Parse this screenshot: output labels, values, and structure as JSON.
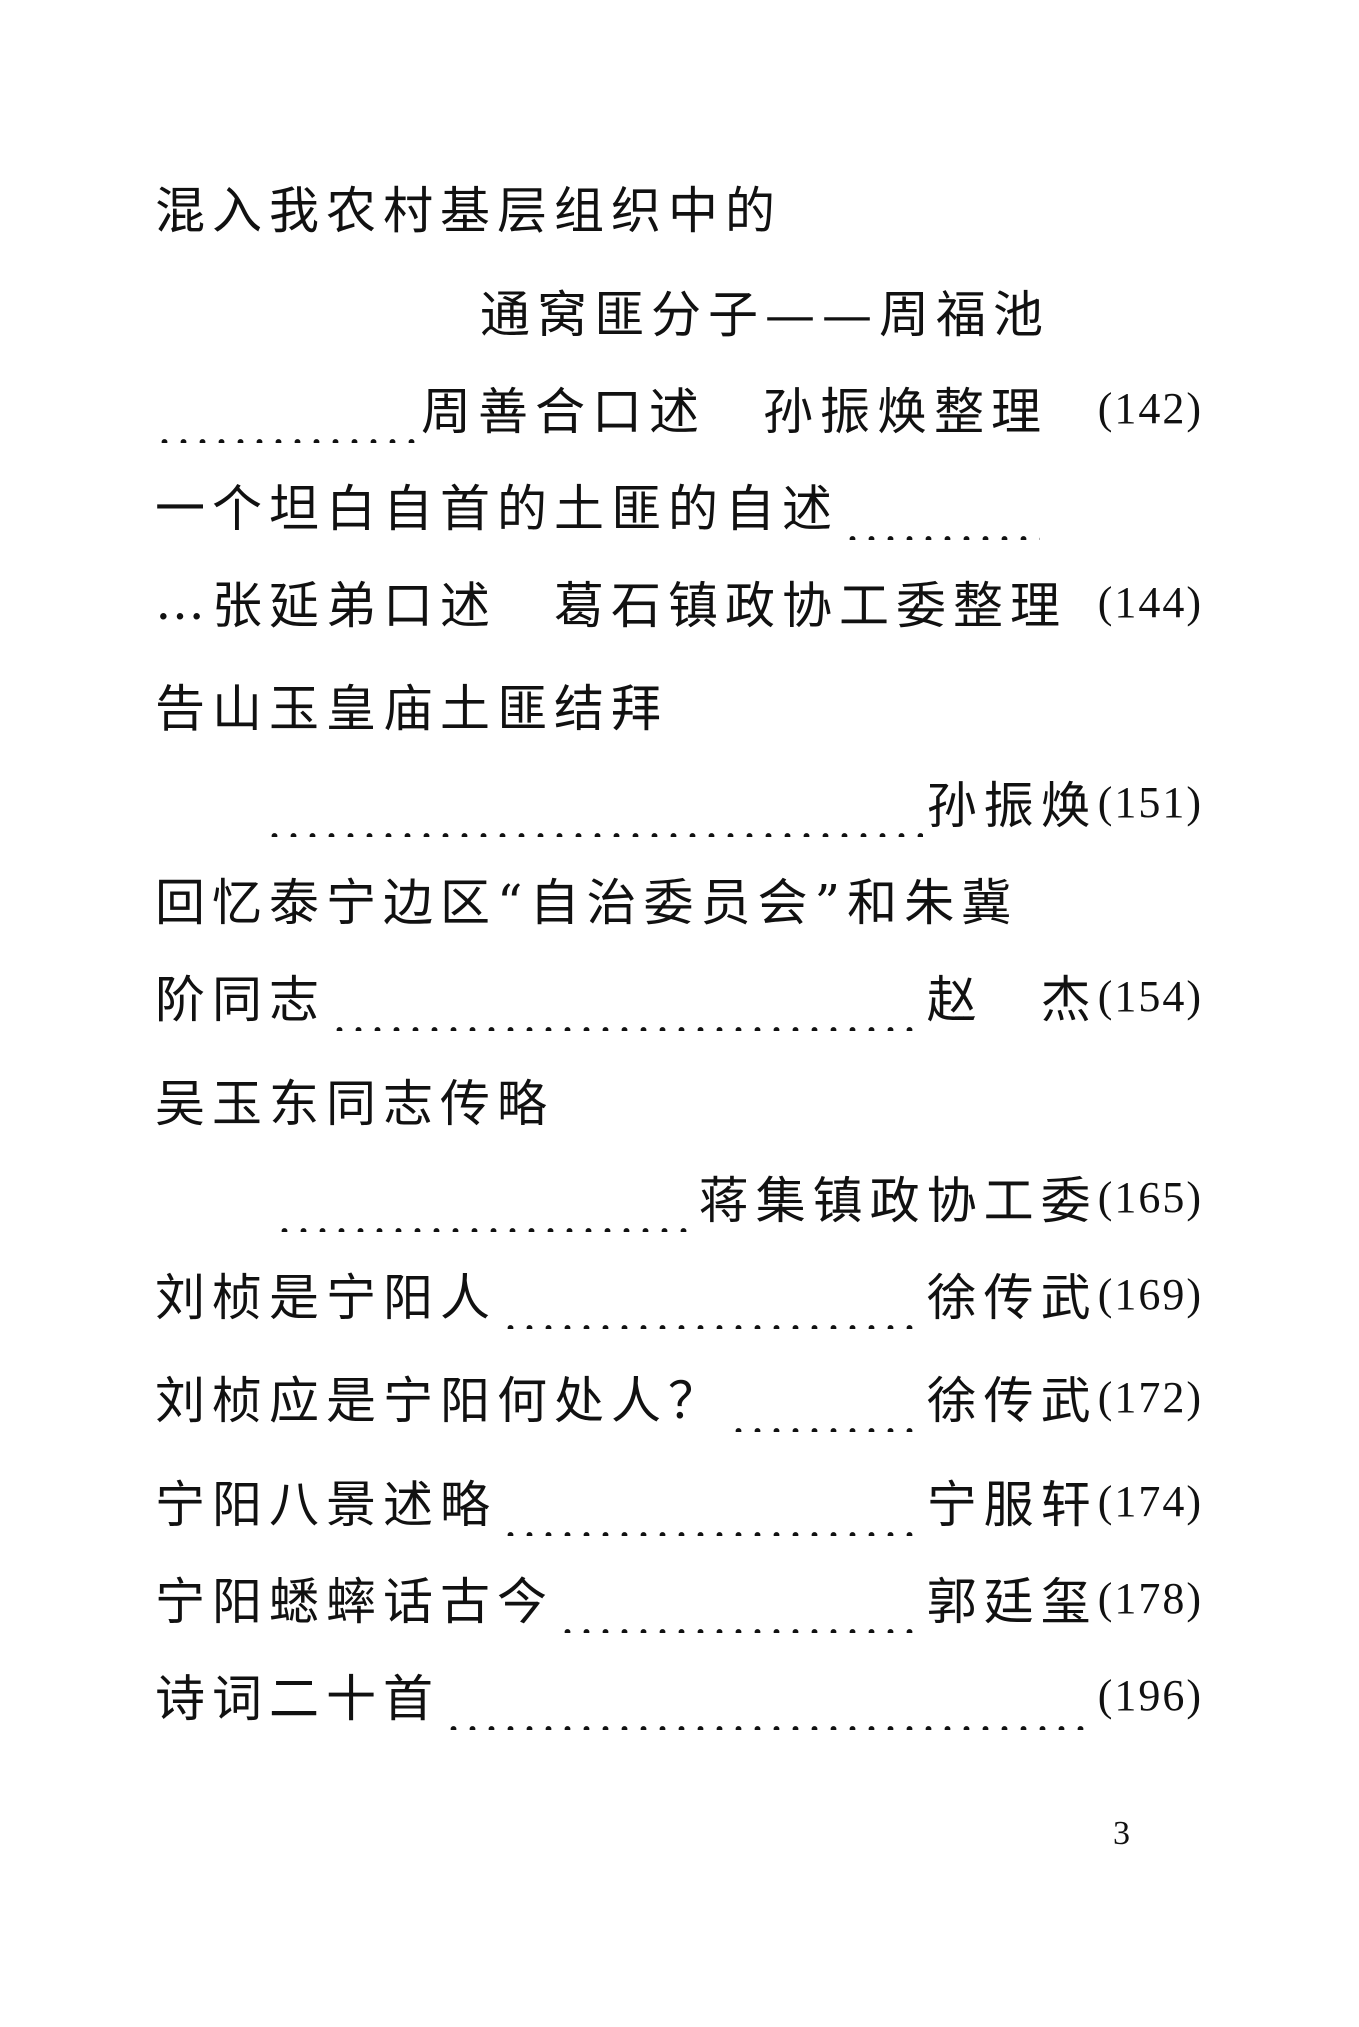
{
  "toc": [
    {
      "title": "混入我农村基层组织中的"
    },
    {
      "title": "通窝匪分子——周福池"
    },
    {
      "author": "周善合口述　孙振焕整理",
      "page": "(142)"
    },
    {
      "title": "一个坦白自首的土匪的自述"
    },
    {
      "prefix": "…",
      "author": "张延弟口述　葛石镇政协工委整理",
      "page": "(144)"
    },
    {
      "title": "告山玉皇庙土匪结拜"
    },
    {
      "author": "孙振焕",
      "page": "(151)"
    },
    {
      "title": "回忆泰宁边区“自治委员会”和朱冀"
    },
    {
      "title": "阶同志",
      "author": "赵　杰",
      "page": "(154)"
    },
    {
      "title": "吴玉东同志传略"
    },
    {
      "author": "蒋集镇政协工委",
      "page": "(165)"
    },
    {
      "title": "刘桢是宁阳人",
      "author": "徐传武",
      "page": "(169)"
    },
    {
      "title": "刘桢应是宁阳何处人？",
      "author": "徐传武",
      "page": "(172)"
    },
    {
      "title": "宁阳八景述略",
      "author": "宁服轩",
      "page": "(174)"
    },
    {
      "title": "宁阳蟋蟀话古今",
      "author": "郭廷玺",
      "page": "(178)"
    },
    {
      "title": "诗词二十首",
      "page": "(196)"
    }
  ],
  "page_number": "3"
}
